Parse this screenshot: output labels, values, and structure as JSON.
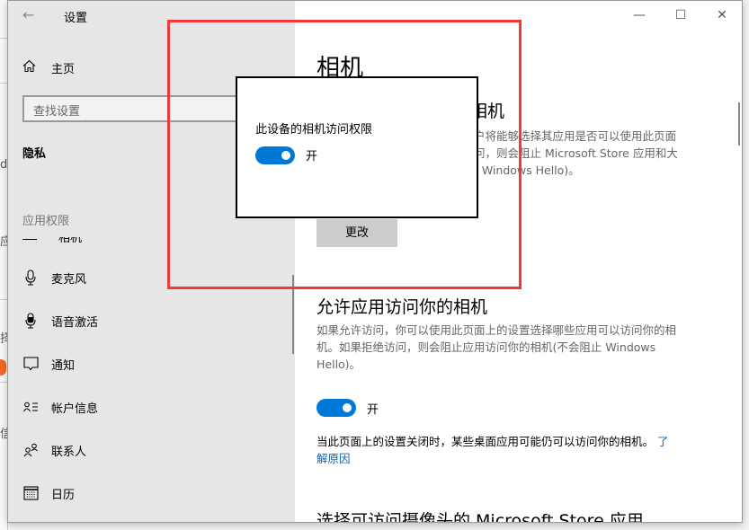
{
  "background": {
    "fragments": [
      "d",
      "应",
      "择",
      "信"
    ]
  },
  "window": {
    "title": "设置",
    "controls": {
      "minimize": "—",
      "maximize": "☐",
      "close": "✕"
    }
  },
  "sidebar": {
    "home_label": "主页",
    "search_placeholder": "查找设置",
    "section": "隐私",
    "group_label": "应用权限",
    "partial_item": "相机",
    "items": [
      {
        "label": "麦克风",
        "icon": "microphone-icon"
      },
      {
        "label": "语音激活",
        "icon": "voice-activation-icon"
      },
      {
        "label": "通知",
        "icon": "notification-icon"
      },
      {
        "label": "帐户信息",
        "icon": "account-info-icon"
      },
      {
        "label": "联系人",
        "icon": "contacts-icon"
      },
      {
        "label": "日历",
        "icon": "calendar-icon"
      }
    ]
  },
  "main": {
    "page_title": "相机",
    "section1": {
      "title": "允许访问此设备上的相机",
      "desc_line1": "如果允许访问，使用此设备的用户将能够选择其应用是否可以使用此页面",
      "desc_line2": "上的设置访问相机。如果拒绝访问，则会阻止 Microsoft Store 应用和大",
      "desc_line3": "多数桌面应用访问相机(不会阻止 Windows Hello)。",
      "status_partial": "此设备的相机访问权限已打开",
      "change_button": "更改"
    },
    "section2": {
      "title": "允许应用访问你的相机",
      "desc_line1": "如果允许访问，你可以使用此页面上的设置选择哪些应用可以访问你的相",
      "desc_line2": "机。如果拒绝访问，则会阻止应用访问你的相机(不会阻止 Windows",
      "desc_line3": "Hello)。",
      "toggle_label": "开",
      "toggle_on": true,
      "note_text": "当此页面上的设置关闭时，某些桌面应用可能仍可以访问你的相机。",
      "note_link_part1": "了",
      "note_link_part2": "解原因"
    },
    "section3": {
      "title": "选择可访问摄像头的 Microsoft Store 应用"
    }
  },
  "popup": {
    "title": "此设备的相机访问权限",
    "toggle_label": "开",
    "toggle_on": true
  },
  "colors": {
    "accent": "#0078d7",
    "highlight_box": "#f03a3a",
    "link": "#0067c0",
    "sidebar_bg": "#e6e6e6"
  }
}
